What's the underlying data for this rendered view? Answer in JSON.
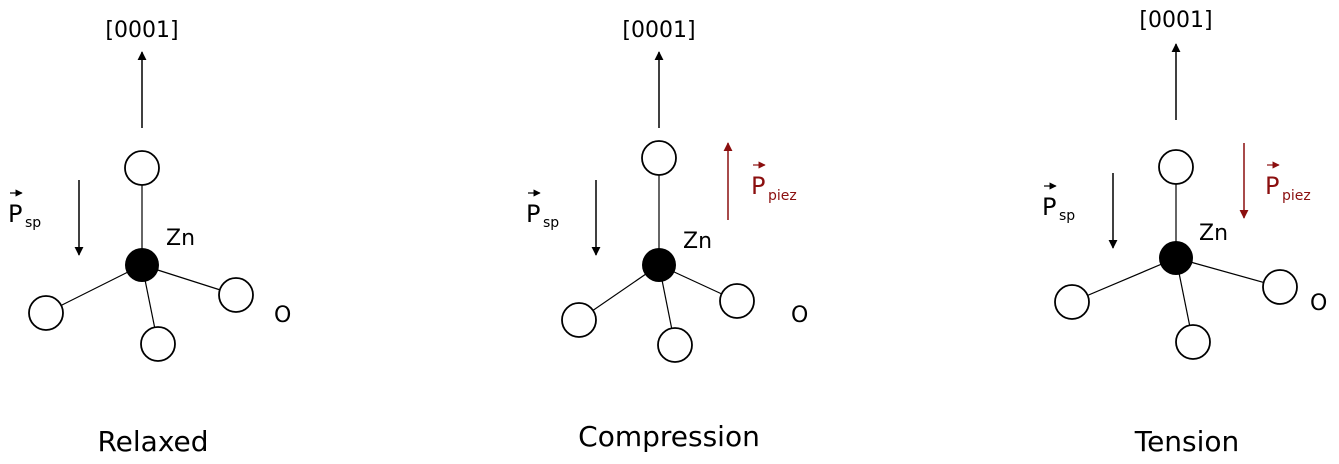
{
  "colors": {
    "line": "#000000",
    "piezo": "#8b0f0f",
    "atom_fill": "#ffffff",
    "zn_fill": "#000000"
  },
  "panels": [
    {
      "direction_label": "[0001]",
      "zn_label": "Zn",
      "o_label": "O",
      "psp": {
        "letter": "P",
        "sub": "sp"
      },
      "caption": "Relaxed"
    },
    {
      "direction_label": "[0001]",
      "zn_label": "Zn",
      "o_label": "O",
      "psp": {
        "letter": "P",
        "sub": "sp"
      },
      "ppiez": {
        "letter": "P",
        "sub": "piez",
        "direction": "up"
      },
      "caption": "Compression"
    },
    {
      "direction_label": "[0001]",
      "zn_label": "Zn",
      "o_label": "O",
      "psp": {
        "letter": "P",
        "sub": "sp"
      },
      "ppiez": {
        "letter": "P",
        "sub": "piez",
        "direction": "down"
      },
      "caption": "Tension"
    }
  ]
}
